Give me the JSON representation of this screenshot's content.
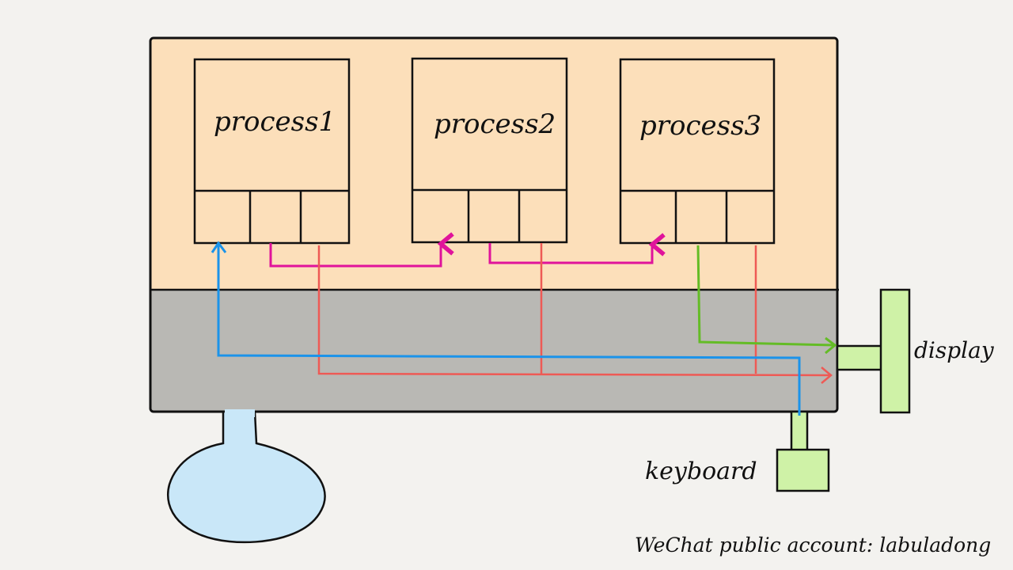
{
  "diagram": {
    "processes": [
      {
        "label": "process1"
      },
      {
        "label": "process2"
      },
      {
        "label": "process3"
      }
    ],
    "devices": {
      "display": "display",
      "keyboard": "keyboard"
    },
    "watermark": "WeChat public account: labuladong",
    "colors": {
      "process_area": "#fcdfba",
      "kernel_area": "#b9b8b4",
      "device": "#cff2a7",
      "disk": "#c9e7f8",
      "pipe_magenta": "#e0139b",
      "stdout_red": "#ee5a55",
      "stdin_blue": "#1b93ea",
      "display_green": "#64bc26"
    }
  }
}
